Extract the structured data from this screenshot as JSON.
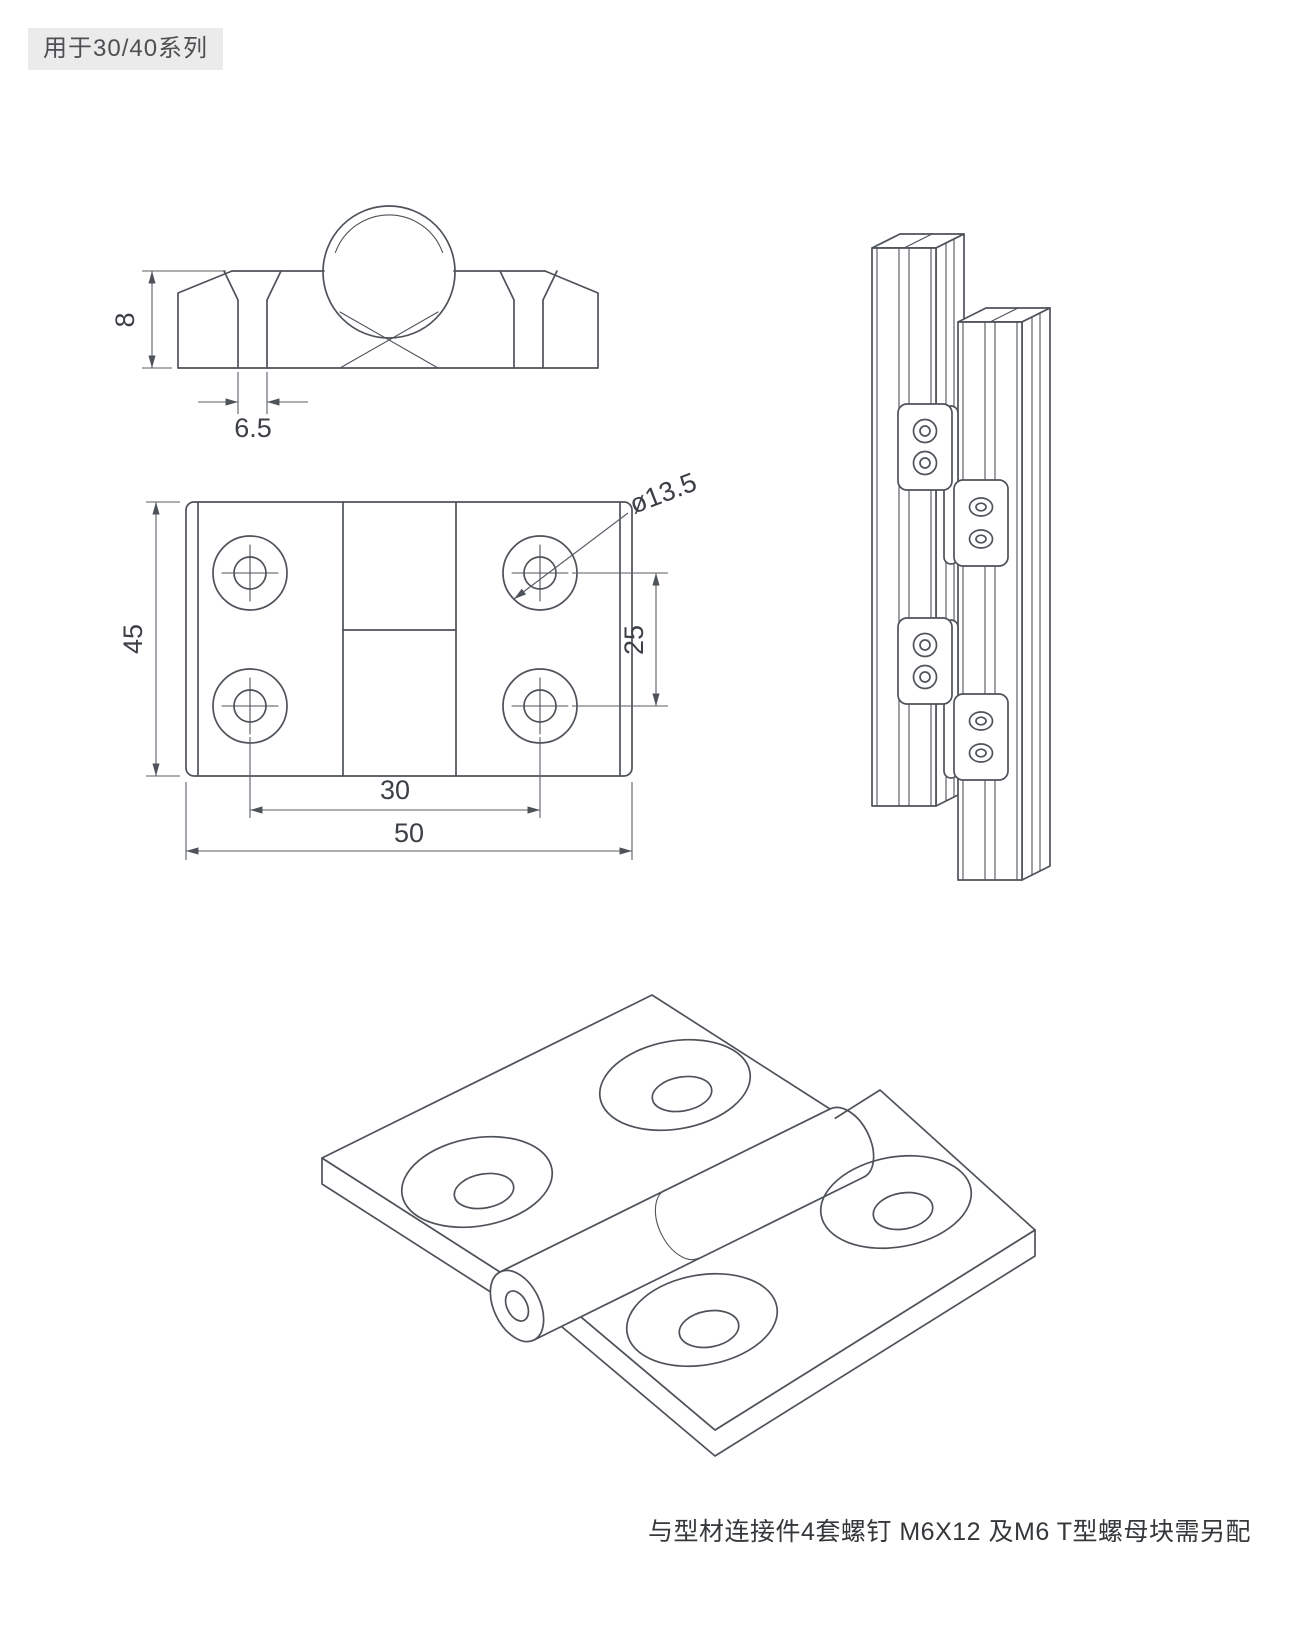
{
  "badge": {
    "label": "用于30/40系列"
  },
  "note": {
    "text": "与型材连接件4套螺钉 M6X12 及M6 T型螺母块需另配"
  },
  "front": {
    "thickness": "8",
    "hole": "6.5"
  },
  "plan": {
    "height": "45",
    "pitch_v": "25",
    "pitch_h": "30",
    "width": "50",
    "counterbore": "ø13.5"
  }
}
